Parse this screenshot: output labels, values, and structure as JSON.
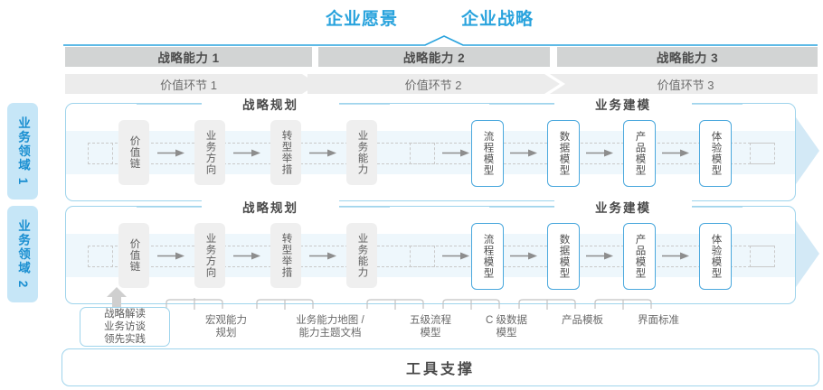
{
  "header": {
    "vision_label": "企业愿景",
    "strategy_label": "企业战略",
    "accent_color": "#29a3dd"
  },
  "capabilities": [
    {
      "label": "战略能力 1"
    },
    {
      "label": "战略能力 2"
    },
    {
      "label": "战略能力 3"
    }
  ],
  "value_chain": [
    {
      "label": "价值环节 1"
    },
    {
      "label": "价值环节 2"
    },
    {
      "label": "价值环节 3"
    }
  ],
  "domains": [
    {
      "tab_label": "业务领域 1",
      "sections": [
        {
          "title": "战略规划",
          "boxes": [
            "价值链",
            "业务方向",
            "转型举措",
            "业务能力"
          ]
        },
        {
          "title": "业务建模",
          "boxes": [
            "流程模型",
            "数据模型",
            "产品模型",
            "体验模型"
          ]
        }
      ]
    },
    {
      "tab_label": "业务领域 2",
      "sections": [
        {
          "title": "战略规划",
          "boxes": [
            "价值链",
            "业务方向",
            "转型举措",
            "业务能力"
          ]
        },
        {
          "title": "业务建模",
          "boxes": [
            "流程模型",
            "数据模型",
            "产品模型",
            "体验模型"
          ]
        }
      ]
    }
  ],
  "deliverables": [
    {
      "lines": [
        "战略解读",
        "业务访谈",
        "领先实践"
      ],
      "boxed": true
    },
    {
      "lines": [
        "宏观能力",
        "规划"
      ],
      "boxed": false
    },
    {
      "lines": [
        "业务能力地图 /",
        "能力主题文档"
      ],
      "boxed": false
    },
    {
      "lines": [
        "五级流程",
        "模型"
      ],
      "boxed": false
    },
    {
      "lines": [
        "C 级数据",
        "模型"
      ],
      "boxed": false
    },
    {
      "lines": [
        "产品模板"
      ],
      "boxed": false
    },
    {
      "lines": [
        "界面标准"
      ],
      "boxed": false
    }
  ],
  "footer": {
    "tool_support_label": "工具支撑"
  },
  "colors": {
    "blue_accent": "#29a3dd",
    "blue_border": "#9fd4ec",
    "band_blue": "#eef7fc",
    "gray_bar": "#d2d4d4",
    "light_gray_bar": "#ececec",
    "box_gray": "#efefef",
    "text_gray": "#5d5d5d"
  }
}
